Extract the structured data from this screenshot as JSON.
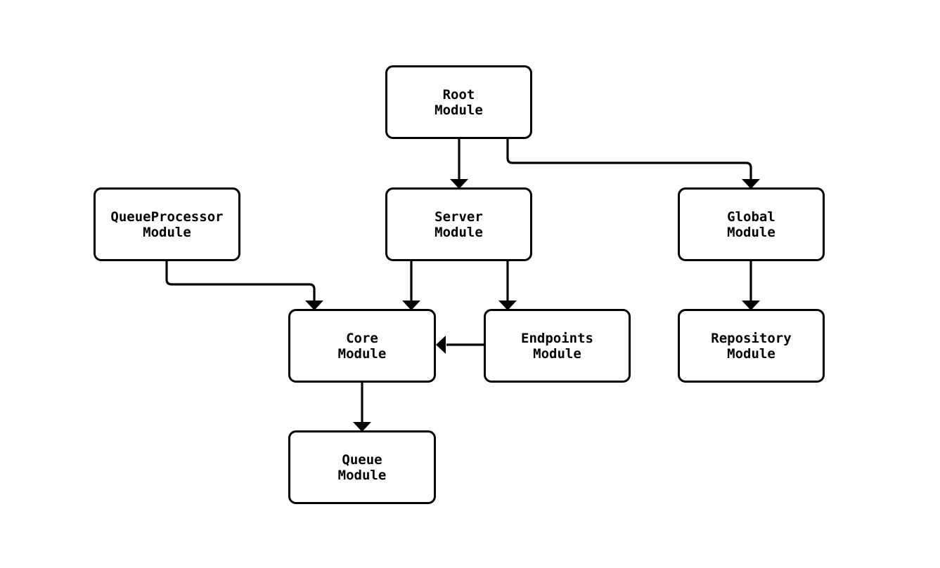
{
  "diagram": {
    "type": "module-dependency-flowchart",
    "background_color": "#ffffff",
    "node_fill_color": "#ffffff",
    "node_border_color": "#000000",
    "edge_color": "#000000",
    "text_color": "#000000",
    "nodes": [
      {
        "id": "root-module",
        "line1": "Root",
        "line2": "Module"
      },
      {
        "id": "queueprocessor-module",
        "line1": "QueueProcessor",
        "line2": "Module"
      },
      {
        "id": "server-module",
        "line1": "Server",
        "line2": "Module"
      },
      {
        "id": "global-module",
        "line1": "Global",
        "line2": "Module"
      },
      {
        "id": "core-module",
        "line1": "Core",
        "line2": "Module"
      },
      {
        "id": "endpoints-module",
        "line1": "Endpoints",
        "line2": "Module"
      },
      {
        "id": "repository-module",
        "line1": "Repository",
        "line2": "Module"
      },
      {
        "id": "queue-module",
        "line1": "Queue",
        "line2": "Module"
      }
    ],
    "edges": [
      {
        "from": "Root Module",
        "to": "Server Module",
        "direction": "down"
      },
      {
        "from": "Root Module",
        "to": "Global Module",
        "direction": "right-then-down"
      },
      {
        "from": "Server Module",
        "to": "Core Module",
        "direction": "down"
      },
      {
        "from": "Server Module",
        "to": "Endpoints Module",
        "direction": "down"
      },
      {
        "from": "QueueProcessor Module",
        "to": "Core Module",
        "direction": "right-then-down"
      },
      {
        "from": "Endpoints Module",
        "to": "Core Module",
        "direction": "left"
      },
      {
        "from": "Global Module",
        "to": "Repository Module",
        "direction": "down"
      },
      {
        "from": "Core Module",
        "to": "Queue Module",
        "direction": "down"
      }
    ]
  }
}
